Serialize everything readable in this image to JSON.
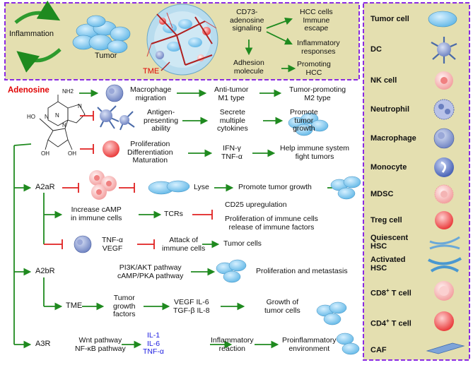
{
  "colors": {
    "arrow_green": "#1f8a1f",
    "inhibit_red": "#e02020",
    "panel_fill": "#e4dfb0",
    "panel_border": "#8a2be2",
    "tumor_blue": "#7cc6ee",
    "title_red": "#e00000",
    "cytokine_blue": "#1a1ae0"
  },
  "top_panel": {
    "inflammation": "Inflammation",
    "tumor": "Tumor",
    "tme": "TME",
    "cd73_line1": "CD73-",
    "cd73_line2": "adenosine",
    "cd73_line3": "signaling",
    "hcc_escape_line1": "HCC cells",
    "hcc_escape_line2": "Immune",
    "hcc_escape_line3": "escape",
    "inflam_resp_line1": "Inflammatory",
    "inflam_resp_line2": "responses",
    "adhesion_line1": "Adhesion",
    "adhesion_line2": "molecule",
    "promoting_line1": "Promoting",
    "promoting_line2": "HCC"
  },
  "adenosine": {
    "title": "Adenosine",
    "nh2": "NH2",
    "oh1": "OH",
    "oh2": "OH",
    "ho": "HO",
    "ring_n1": "N",
    "ring_n2": "N",
    "ring_n3": "N",
    "ring_n4": "N"
  },
  "rows": {
    "r1": {
      "a_line1": "Macrophage",
      "a_line2": "migration",
      "b_line1": "Anti-tumor",
      "b_line2": "M1 type",
      "c_line1": "Tumor-promoting",
      "c_line2": "M2 type"
    },
    "r2": {
      "a_line1": "Antigen-",
      "a_line2": "presenting",
      "a_line3": "ability",
      "b_line1": "Secrete",
      "b_line2": "multiple",
      "b_line3": "cytokines",
      "c_line1": "Promote",
      "c_line2": "tumor",
      "c_line3": "growth"
    },
    "r3": {
      "a_line1": "Proliferation",
      "a_line2": "Differentiation",
      "a_line3": "Maturation",
      "b_line1": "IFN-γ",
      "b_line2": "TNF-α",
      "c_line1": "Help immune system",
      "c_line2": "fight tumors"
    },
    "a2ar": {
      "label": "A2aR",
      "lyse": "Lyse",
      "promote": "Promote tumor growth"
    },
    "camp": {
      "a_line1": "Increase cAMP",
      "a_line2": "in immune cells",
      "tcrs": "TCRs",
      "cd25": "CD25 upregulation",
      "prolif_line1": "Proliferation of immune cells",
      "prolif_line2": "release of immune factors"
    },
    "tnf": {
      "a_line1": "TNF-α",
      "a_line2": "VEGF",
      "b_line1": "Attack of",
      "b_line2": "immune cells",
      "c": "Tumor cells"
    },
    "a2br": {
      "label": "A2bR",
      "a_line1": "PI3K/AKT pathway",
      "a_line2": "cAMP/PKA pathway",
      "b": "Proliferation and metastasis"
    },
    "tme": {
      "label": "TME",
      "a_line1": "Tumor",
      "a_line2": "growth",
      "a_line3": "factors",
      "b_line1": "VEGF IL-6",
      "b_line2": "TGF-β IL-8",
      "c_line1": "Growth of",
      "c_line2": "tumor cells"
    },
    "a3r": {
      "label": "A3R",
      "a_line1": "Wnt pathway",
      "a_line2": "NF-κB pathway",
      "cyto1": "IL-1",
      "cyto2": "IL-6",
      "cyto3": "TNF-α",
      "b_line1": "Inflammatory",
      "b_line2": "reaction",
      "c_line1": "Proinflammatory",
      "c_line2": "environment"
    }
  },
  "legend": {
    "tumor_cell": "Tumor cell",
    "dc": "DC",
    "nk_cell": "NK cell",
    "neutrophil": "Neutrophil",
    "macrophage": "Macrophage",
    "monocyte": "Monocyte",
    "mdsc": "MDSC",
    "treg_cell": "Treg cell",
    "quiescent_line1": "Quiescent",
    "quiescent_line2": "HSC",
    "activated_line1": "Activated",
    "activated_line2": "HSC",
    "cd8_base": "CD8",
    "cd8_sup": "+",
    "cd8_tail": " T cell",
    "cd4_base": "CD4",
    "cd4_sup": "+",
    "cd4_tail": " T cell",
    "caf": "CAF"
  }
}
